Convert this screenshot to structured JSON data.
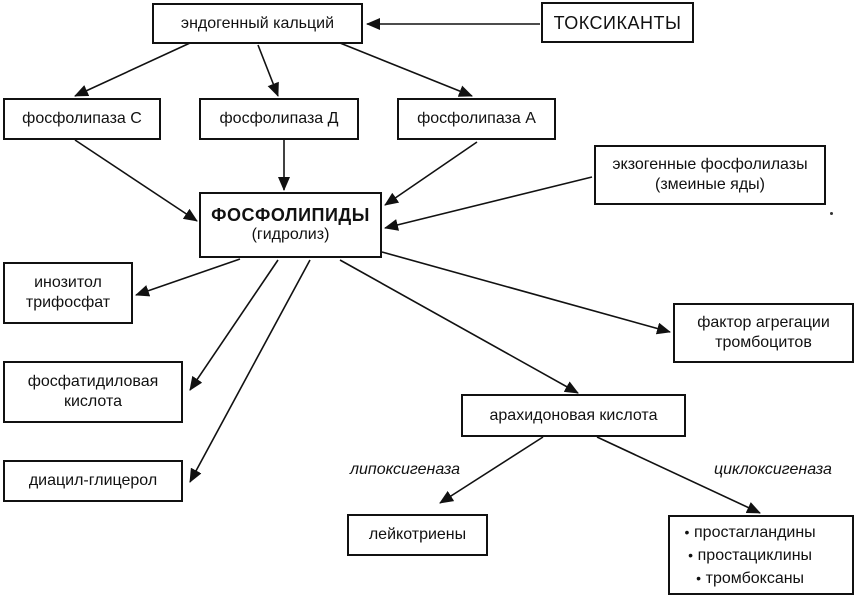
{
  "nodes": {
    "endogenous_calcium": "эндогенный кальций",
    "toxicants": "ТОКСИКАНТЫ",
    "phospholipase_c": "фосфолипаза С",
    "phospholipase_d": "фосфолипаза Д",
    "phospholipase_a": "фосфолипаза А",
    "exogenous_phospholipases_line1": "экзогенные фосфолилазы",
    "exogenous_phospholipases_line2": "(змеиные яды)",
    "phospholipids_title": "ФОСФОЛИПИДЫ",
    "phospholipids_sub": "(гидролиз)",
    "inositol_line1": "инозитол",
    "inositol_line2": "трифосфат",
    "phosphatidic_line1": "фосфатидиловая",
    "phosphatidic_line2": "кислота",
    "diacylglycerol": "диацил-глицерол",
    "platelet_factor_line1": "фактор агрегации",
    "platelet_factor_line2": "тромбоцитов",
    "arachidonic_acid": "арахидоновая кислота",
    "leukotrienes": "лейкотриены",
    "prostanoids": [
      "простагландины",
      "простациклины",
      "тромбоксаны"
    ]
  },
  "edge_labels": {
    "lipoxygenase": "липоксигеназа",
    "cyclooxygenase": "циклоксигеназа"
  }
}
